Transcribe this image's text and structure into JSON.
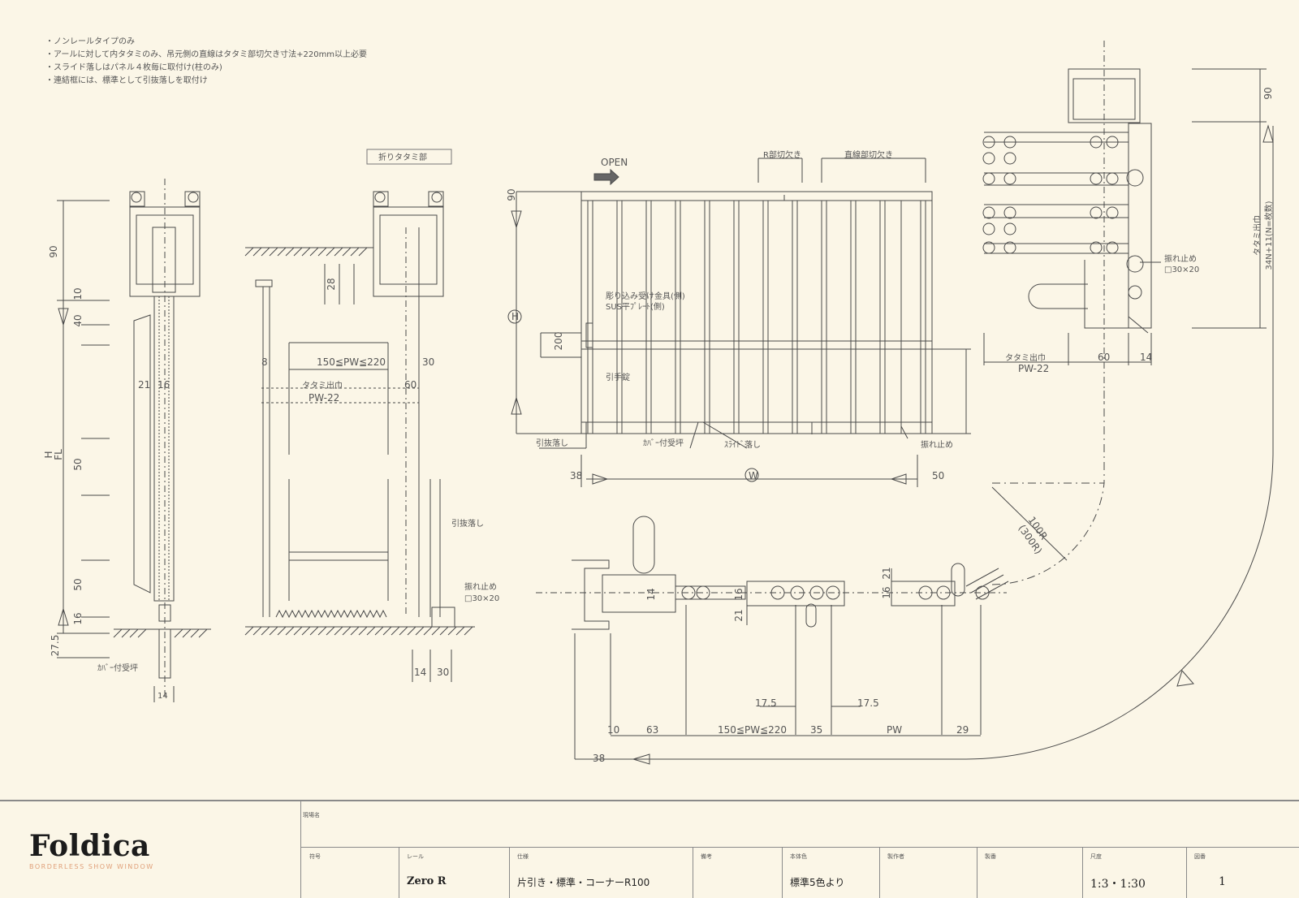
{
  "notes": [
    "・ノンレールタイプのみ",
    "・アールに対して内タタミのみ、吊元側の直線はタタミ部切欠き寸法+220mm以上必要",
    "・スライド落しはパネル４枚毎に取付け(柱のみ)",
    "・連結框には、標準として引抜落しを取付け"
  ],
  "labels": {
    "open": "OPEN",
    "folded_section": "折りタタミ部",
    "r_notch": "R部切欠き",
    "straight_notch": "直線部切欠き",
    "embed_receiver": "彫り込み受け金具(側)",
    "sus_bar": "SUS平ﾌﾟﾚｰﾄ(側)",
    "pull_latch": "引抜落し",
    "pull_latch_left": "引抜落し",
    "cover_receiver": "ｶﾊﾞｰ付受坪",
    "slide_latch": "ｽﾗｲﾄﾞ落し",
    "sway_stop": "振れ止め",
    "sway_stop_2": "振れ止め",
    "sway_stop_3": "振れ止め",
    "sway_size": "□30×20",
    "sway_size_2": "□30×20",
    "cover_receiver_2": "ｶﾊﾞｰ付受坪",
    "pull_latch_2": "引抜落し",
    "handle": "引手錠",
    "fold_width_1": "タタミ出巾",
    "fold_width_2": "タタミ出巾",
    "fold_width_3": "タタミ出巾",
    "fold_dims": "34N+11(N=枚数)",
    "pw22_1": "PW-22",
    "pw22_2": "PW-22",
    "pw_range_1": "150≦PW≦220",
    "pw_range_2": "150≦PW≦220",
    "radius": "100R",
    "radius_2": "(300R)",
    "wl": "W",
    "hl": "H",
    "ffl": "FL",
    "d14": "14"
  },
  "dims": {
    "d90a": "90",
    "d10": "10",
    "d40": "40",
    "d50a": "50",
    "d50b": "50",
    "d16a": "16",
    "d27_5": "27.5",
    "d21a": "21",
    "d16b": "16",
    "d28": "28",
    "d8": "8",
    "d30a": "30",
    "d60a": "60",
    "d14a": "14",
    "d30b": "30",
    "d90b": "90",
    "d200": "200",
    "d38a": "38",
    "d50c": "50",
    "d60b": "60",
    "d14b": "14",
    "d90c": "90",
    "d14c": "14",
    "d16c": "16",
    "d21b": "21",
    "d16d": "16",
    "d21c": "21",
    "d17_5a": "17.5",
    "d17_5b": "17.5",
    "d10b": "10",
    "d63": "63",
    "d35": "35",
    "dpw": "PW",
    "d29": "29",
    "d38b": "38"
  },
  "titleblock": {
    "brand": "Foldica",
    "brand_sub": "BORDERLESS SHOW WINDOW",
    "project_caption": "現場名",
    "cells": [
      {
        "caption": "符号",
        "value": ""
      },
      {
        "caption": "レール",
        "value": "Zero R"
      },
      {
        "caption": "仕様",
        "value": "片引き・標準・コーナーR100"
      },
      {
        "caption": "備考",
        "value": ""
      },
      {
        "caption": "本体色",
        "value": "標準5色より"
      },
      {
        "caption": "製作者",
        "value": ""
      },
      {
        "caption": "製番",
        "value": ""
      },
      {
        "caption": "尺度",
        "value": "1:3・1:30"
      },
      {
        "caption": "図番",
        "value": "1"
      }
    ]
  },
  "colors": {
    "background": "#fbf6e7",
    "line": "#4a4a4a",
    "accent": "#e0a07a"
  }
}
